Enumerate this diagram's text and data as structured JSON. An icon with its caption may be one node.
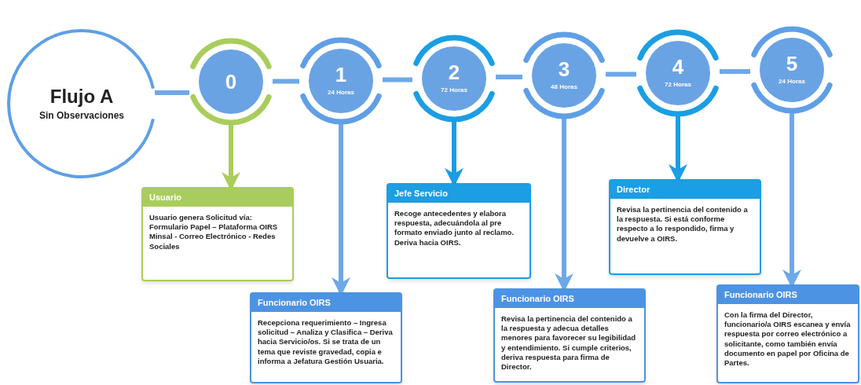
{
  "diagram": {
    "nodes": [
      {
        "text": [
          "Flujo A",
          "Sin Observaciones"
        ]
      },
      {
        "text": [
          "0"
        ]
      },
      {
        "text": [
          "1",
          "24 Horas"
        ]
      },
      {
        "text": [
          "2",
          "72 Horas"
        ]
      },
      {
        "text": [
          "3",
          "48 Horas"
        ]
      },
      {
        "text": [
          "4",
          "72 Horas"
        ]
      },
      {
        "text": [
          "5",
          "24 Horas"
        ]
      },
      {
        "text": [
          "Usuario",
          "Usuario genera Solicitud vía: Formulario Papel – Plataforma OIRS Minsal - Correo Electrónico - Redes Sociales"
        ]
      },
      {
        "text": [
          "Jefe Servicio",
          "Recoge antecedentes y elabora respuesta, adecuándola al pre formato enviado junto al reclamo. Deriva hacia OIRS."
        ]
      },
      {
        "text": [
          "Director",
          "Revisa la pertinencia del contenido a la respuesta. Si está conforme respecto a lo respondido, firma y devuelve a OIRS."
        ]
      },
      {
        "text": [
          "Funcionario OIRS",
          "Recepciona requerimiento – Ingresa solicitud – Analiza y Clasifica – Deriva hacia Servicio/os. Si se trata de un tema que reviste gravedad, copia e informa a Jefatura Gestión Usuaria."
        ]
      },
      {
        "text": [
          "Funcionario OIRS",
          "Revisa la pertinencia del contenido a la respuesta y adecua detalles menores para favorecer su legibilidad y entendimiento. Si cumple criterios, deriva respuesta para firma de Director."
        ]
      },
      {
        "text": [
          "Funcionario OIRS",
          "Con la firma del Director, funcionario/a OIRS escanea y envía respuesta por correo electrónico a solicitante, como también envía documento en papel por Oficina de Partes."
        ]
      }
    ],
    "edges": [
      {
        "from": 0,
        "to": 1,
        "arrow": "none"
      },
      {
        "from": 1,
        "to": 2,
        "arrow": "none"
      },
      {
        "from": 2,
        "to": 3,
        "arrow": "none"
      },
      {
        "from": 3,
        "to": 4,
        "arrow": "none"
      },
      {
        "from": 4,
        "to": 5,
        "arrow": "none"
      },
      {
        "from": 5,
        "to": 6,
        "arrow": "none"
      },
      {
        "from": 1,
        "to": 7,
        "arrow": "to",
        "color": "#a9cd5c"
      },
      {
        "from": 2,
        "to": 10,
        "arrow": "to"
      },
      {
        "from": 3,
        "to": 8,
        "arrow": "to",
        "color": "#1b9ee3"
      },
      {
        "from": 4,
        "to": 11,
        "arrow": "to"
      },
      {
        "from": 5,
        "to": 9,
        "arrow": "to",
        "color": "#1b9ee3"
      },
      {
        "from": 6,
        "to": 12,
        "arrow": "to"
      }
    ]
  }
}
